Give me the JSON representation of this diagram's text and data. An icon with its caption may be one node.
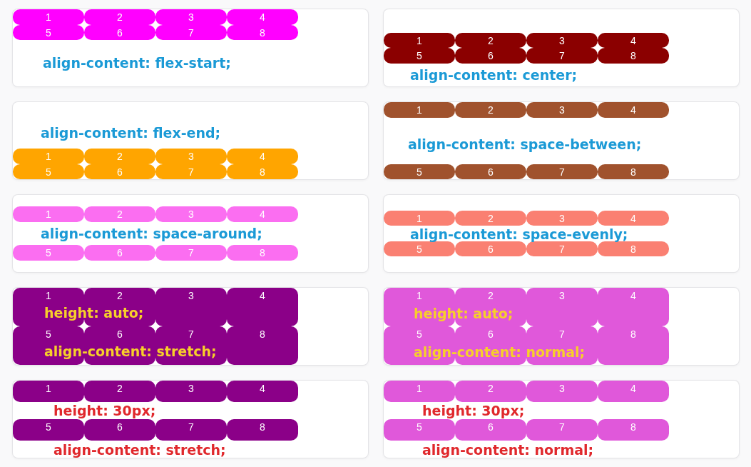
{
  "diagram": {
    "nodes": [
      {
        "text": [
          "align-content: flex-start;"
        ]
      },
      {
        "text": [
          "1"
        ],
        "in": 0
      },
      {
        "text": [
          "2"
        ],
        "in": 0
      },
      {
        "text": [
          "3"
        ],
        "in": 0
      },
      {
        "text": [
          "4"
        ],
        "in": 0
      },
      {
        "text": [
          "5"
        ],
        "in": 0
      },
      {
        "text": [
          "6"
        ],
        "in": 0
      },
      {
        "text": [
          "7"
        ],
        "in": 0
      },
      {
        "text": [
          "8"
        ],
        "in": 0
      },
      {
        "text": [
          "align-content: center;"
        ]
      },
      {
        "text": [
          "1"
        ],
        "in": 9
      },
      {
        "text": [
          "2"
        ],
        "in": 9
      },
      {
        "text": [
          "3"
        ],
        "in": 9
      },
      {
        "text": [
          "4"
        ],
        "in": 9
      },
      {
        "text": [
          "5"
        ],
        "in": 9
      },
      {
        "text": [
          "6"
        ],
        "in": 9
      },
      {
        "text": [
          "7"
        ],
        "in": 9
      },
      {
        "text": [
          "8"
        ],
        "in": 9
      },
      {
        "text": [
          "align-content: flex-end;"
        ]
      },
      {
        "text": [
          "1"
        ],
        "in": 18
      },
      {
        "text": [
          "2"
        ],
        "in": 18
      },
      {
        "text": [
          "3"
        ],
        "in": 18
      },
      {
        "text": [
          "4"
        ],
        "in": 18
      },
      {
        "text": [
          "5"
        ],
        "in": 18
      },
      {
        "text": [
          "6"
        ],
        "in": 18
      },
      {
        "text": [
          "7"
        ],
        "in": 18
      },
      {
        "text": [
          "8"
        ],
        "in": 18
      },
      {
        "text": [
          "align-content: space-between;"
        ]
      },
      {
        "text": [
          "1"
        ],
        "in": 27
      },
      {
        "text": [
          "2"
        ],
        "in": 27
      },
      {
        "text": [
          "3"
        ],
        "in": 27
      },
      {
        "text": [
          "4"
        ],
        "in": 27
      },
      {
        "text": [
          "5"
        ],
        "in": 27
      },
      {
        "text": [
          "6"
        ],
        "in": 27
      },
      {
        "text": [
          "7"
        ],
        "in": 27
      },
      {
        "text": [
          "8"
        ],
        "in": 27
      },
      {
        "text": [
          "align-content: space-around;"
        ]
      },
      {
        "text": [
          "1"
        ],
        "in": 36
      },
      {
        "text": [
          "2"
        ],
        "in": 36
      },
      {
        "text": [
          "3"
        ],
        "in": 36
      },
      {
        "text": [
          "4"
        ],
        "in": 36
      },
      {
        "text": [
          "5"
        ],
        "in": 36
      },
      {
        "text": [
          "6"
        ],
        "in": 36
      },
      {
        "text": [
          "7"
        ],
        "in": 36
      },
      {
        "text": [
          "8"
        ],
        "in": 36
      },
      {
        "text": [
          "align-content: space-evenly;"
        ]
      },
      {
        "text": [
          "1"
        ],
        "in": 45
      },
      {
        "text": [
          "2"
        ],
        "in": 45
      },
      {
        "text": [
          "3"
        ],
        "in": 45
      },
      {
        "text": [
          "4"
        ],
        "in": 45
      },
      {
        "text": [
          "5"
        ],
        "in": 45
      },
      {
        "text": [
          "6"
        ],
        "in": 45
      },
      {
        "text": [
          "7"
        ],
        "in": 45
      },
      {
        "text": [
          "8"
        ],
        "in": 45
      },
      {
        "text": [],
        "shape": "box"
      },
      {
        "text": [
          "1"
        ],
        "in": 54
      },
      {
        "text": [
          "2"
        ],
        "in": 54
      },
      {
        "text": [
          "3"
        ],
        "in": 54
      },
      {
        "text": [
          "4"
        ],
        "in": 54
      },
      {
        "text": [
          "5"
        ],
        "in": 54
      },
      {
        "text": [
          "6"
        ],
        "in": 54
      },
      {
        "text": [
          "7"
        ],
        "in": 54
      },
      {
        "text": [
          "8"
        ],
        "in": 54
      },
      {
        "text": [],
        "shape": "box"
      },
      {
        "text": [
          "1"
        ],
        "in": 63
      },
      {
        "text": [
          "2"
        ],
        "in": 63
      },
      {
        "text": [
          "3"
        ],
        "in": 63
      },
      {
        "text": [
          "4"
        ],
        "in": 63
      },
      {
        "text": [
          "5"
        ],
        "in": 63
      },
      {
        "text": [
          "6"
        ],
        "in": 63
      },
      {
        "text": [
          "7"
        ],
        "in": 63
      },
      {
        "text": [
          "8"
        ],
        "in": 63
      },
      {
        "text": [
          "height: 30px;",
          "align-content: stretch;"
        ]
      },
      {
        "text": [
          "1"
        ],
        "in": 72
      },
      {
        "text": [
          "2"
        ],
        "in": 72
      },
      {
        "text": [
          "3"
        ],
        "in": 72
      },
      {
        "text": [
          "4"
        ],
        "in": 72
      },
      {
        "text": [
          "5"
        ],
        "in": 72
      },
      {
        "text": [
          "6"
        ],
        "in": 72
      },
      {
        "text": [
          "7"
        ],
        "in": 72
      },
      {
        "text": [
          "8"
        ],
        "in": 72
      },
      {
        "text": [
          "height: 30px;",
          "align-content: normal;"
        ]
      },
      {
        "text": [
          "1"
        ],
        "in": 81
      },
      {
        "text": [
          "2"
        ],
        "in": 81
      },
      {
        "text": [
          "3"
        ],
        "in": 81
      },
      {
        "text": [
          "4"
        ],
        "in": 81
      },
      {
        "text": [
          "5"
        ],
        "in": 81
      },
      {
        "text": [
          "6"
        ],
        "in": 81
      },
      {
        "text": [
          "7"
        ],
        "in": 81
      },
      {
        "text": [
          "8"
        ],
        "in": 81
      }
    ],
    "labels": [
      "height: auto;",
      "align-content: stretch;",
      "height: auto;",
      "align-content: normal;"
    ]
  }
}
